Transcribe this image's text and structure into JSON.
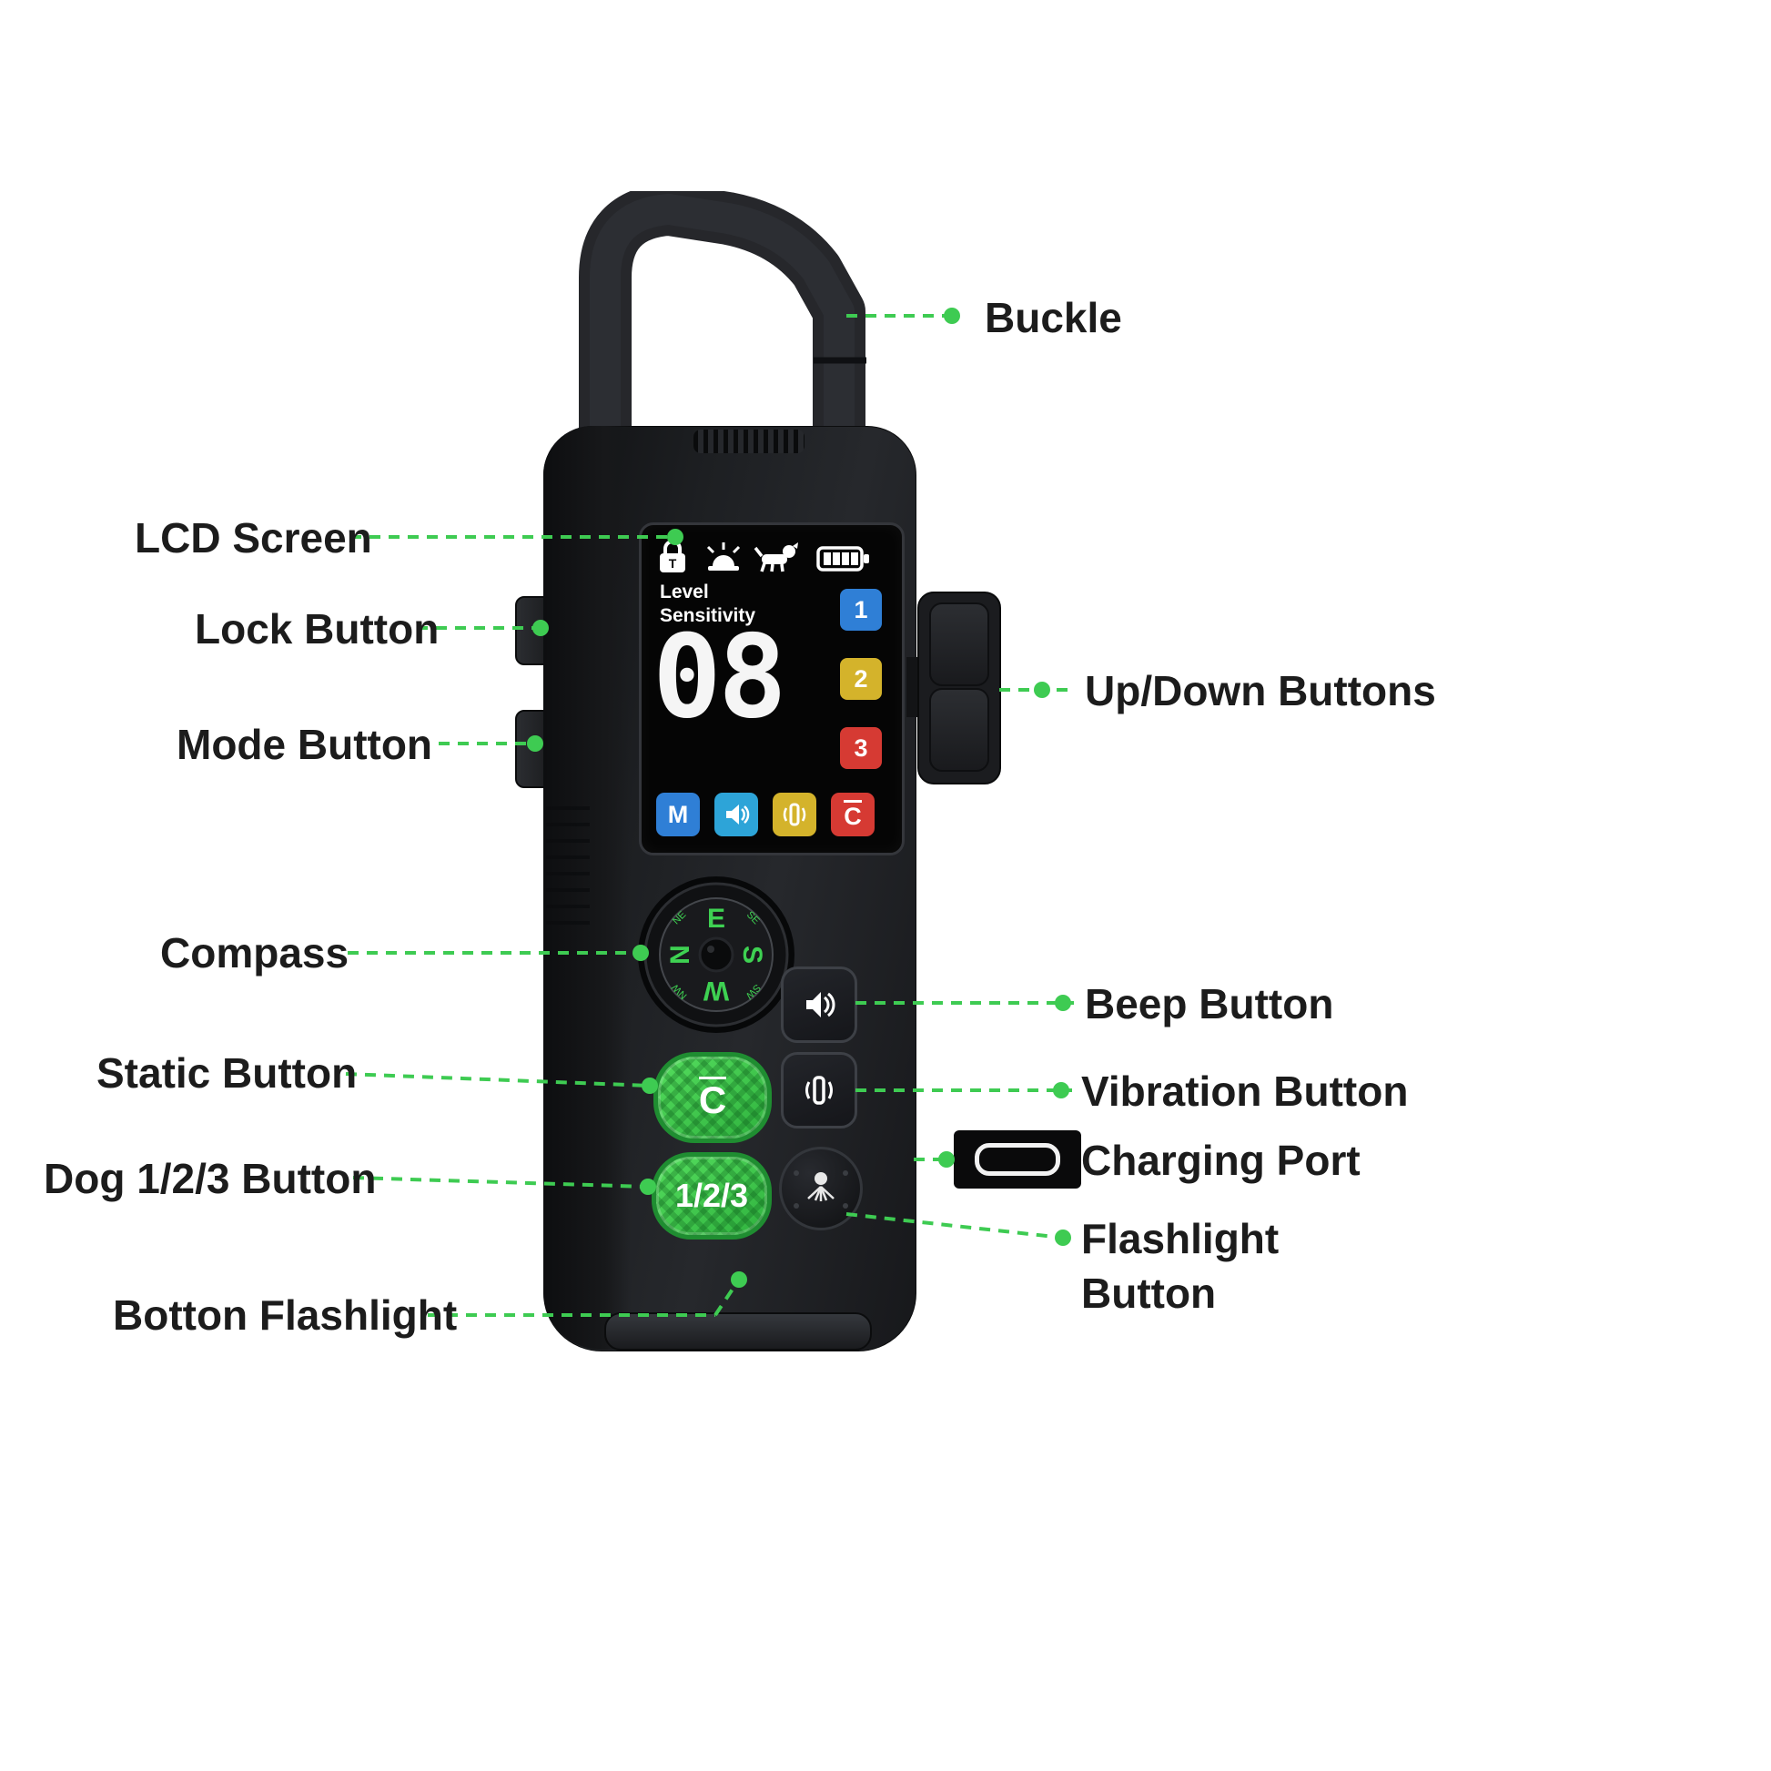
{
  "labels": {
    "buckle": "Buckle",
    "lcd_screen": "LCD Screen",
    "lock_button": "Lock Button",
    "mode_button": "Mode Button",
    "compass": "Compass",
    "static_button": "Static Button",
    "dog_button": "Dog 1/2/3 Button",
    "bottom_flashlight": "Botton Flashlight",
    "up_down_buttons": "Up/Down Buttons",
    "beep_button": "Beep Button",
    "vibration_button": "Vibration Button",
    "charging_port": "Charging Port",
    "flashlight_line1": "Flashlight",
    "flashlight_line2": "Button"
  },
  "device": {
    "lcd": {
      "lock_tag": "T",
      "level": "Level",
      "sensitivity": "Sensitivity",
      "value": "08",
      "ch1": "1",
      "ch2": "2",
      "ch3": "3",
      "mode": "M",
      "c_key": "C",
      "status_icons": [
        "lock-icon",
        "alarm-icon",
        "dog-icon",
        "battery-icon"
      ],
      "battery_bars": 4
    },
    "static_label": "C",
    "dog_label": "1/2/3",
    "compass": {
      "n": "N",
      "e": "E",
      "s": "S",
      "w": "W",
      "ne": "NE",
      "se": "SE",
      "sw": "SW",
      "nw": "NW"
    }
  },
  "colors": {
    "accent_green": "#3ecb52",
    "button_green": "#46d14e",
    "lcd_blue": "#2f7fd6",
    "lcd_teal": "#2da4d8",
    "lcd_yellow": "#d4b32b",
    "lcd_red": "#d63a33",
    "label_text": "#1c1c1c"
  }
}
